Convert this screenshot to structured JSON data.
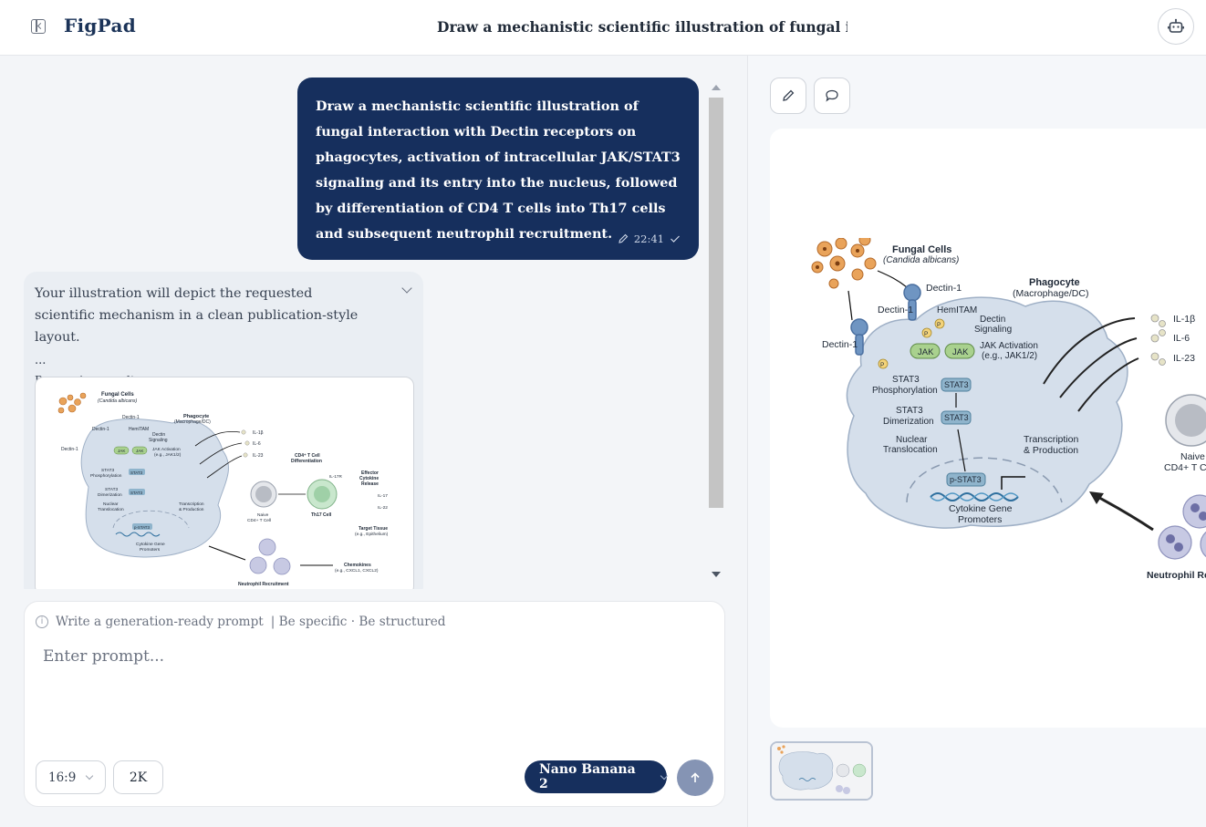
{
  "app": {
    "brand": "FigPad",
    "title": "Draw a mechanistic scientific illustration of fungal interac"
  },
  "chat": {
    "user_message": "Draw a mechanistic scientific illustration of fungal interaction with Dectin receptors on phagocytes, activation of intracellular JAK/STAT3 signaling and its entry into the nucleus, followed by differentiation of CD4 T cells into Th17 cells and subsequent neutrophil recruitment.",
    "user_time": "22:41",
    "assistant_summary": "Your illustration will depict the requested scientific mechanism in a clean publication-style layout.",
    "assistant_ellipsis": "...",
    "processing_label": "Processing results:"
  },
  "composer": {
    "hint": "Write a generation-ready prompt",
    "hint_sub": "| Be specific · Be structured",
    "placeholder": "Enter prompt...",
    "aspect_ratio": "16:9",
    "resolution": "2K",
    "model": "Nano Banana 2"
  },
  "figure": {
    "fungal_cells": "Fungal Cells",
    "fungal_species": "(Candida albicans)",
    "phagocyte": "Phagocyte",
    "phagocyte_sub": "(Macrophage/DC)",
    "dectin_1": "Dectin-1",
    "hemitam": "HemITAM",
    "dectin_signaling_1": "Dectin",
    "dectin_signaling_2": "Signaling",
    "jak": "JAK",
    "jak_activation_1": "JAK Activation",
    "jak_activation_2": "(e.g., JAK1/2)",
    "stat3": "STAT3",
    "stat3_phos_1": "STAT3",
    "stat3_phos_2": "Phosphorylation",
    "stat3_dimer_1": "STAT3",
    "stat3_dimer_2": "Dimerization",
    "nuclear_1": "Nuclear",
    "nuclear_2": "Translocation",
    "pstat3": "p-STAT3",
    "transcription_1": "Transcription",
    "transcription_2": "& Production",
    "promoters_1": "Cytokine Gene",
    "promoters_2": "Promoters",
    "il1b": "IL-1β",
    "il6": "IL-6",
    "il23": "IL-23",
    "naive_1": "Naive",
    "naive_2": "CD4+ T Cell",
    "neutrophil": "Neutrophil Recruitment",
    "neutrophil_cut": "Neutrophil Recrui",
    "p": "P",
    "cd4_diff_1": "CD4⁺ T Cell",
    "cd4_diff_2": "Differentiation",
    "il17r": "IL-17R",
    "th17": "Th17 Cell",
    "effector_1": "Effector",
    "effector_2": "Cytokine",
    "effector_3": "Release",
    "il17": "IL-17",
    "il22": "IL-22",
    "target_1": "Target Tissue",
    "target_2": "(e.g., Epithelium)",
    "chemokines_1": "Chemokines",
    "chemokines_2": "(e.g., CXCL1, CXCL2)"
  },
  "icons": {
    "sidebar": "sidebar-toggle-icon",
    "bot": "robot-icon",
    "edit": "pencil-icon",
    "comment": "speech-bubble-icon",
    "send": "arrow-up-icon",
    "info": "info-icon"
  },
  "colors": {
    "navy": "#162f5d",
    "send_disabled": "#8594b4",
    "cell_fill": "#d5dfeb",
    "jak_green": "#a9d18e",
    "stat_blue": "#8fb4cc"
  }
}
